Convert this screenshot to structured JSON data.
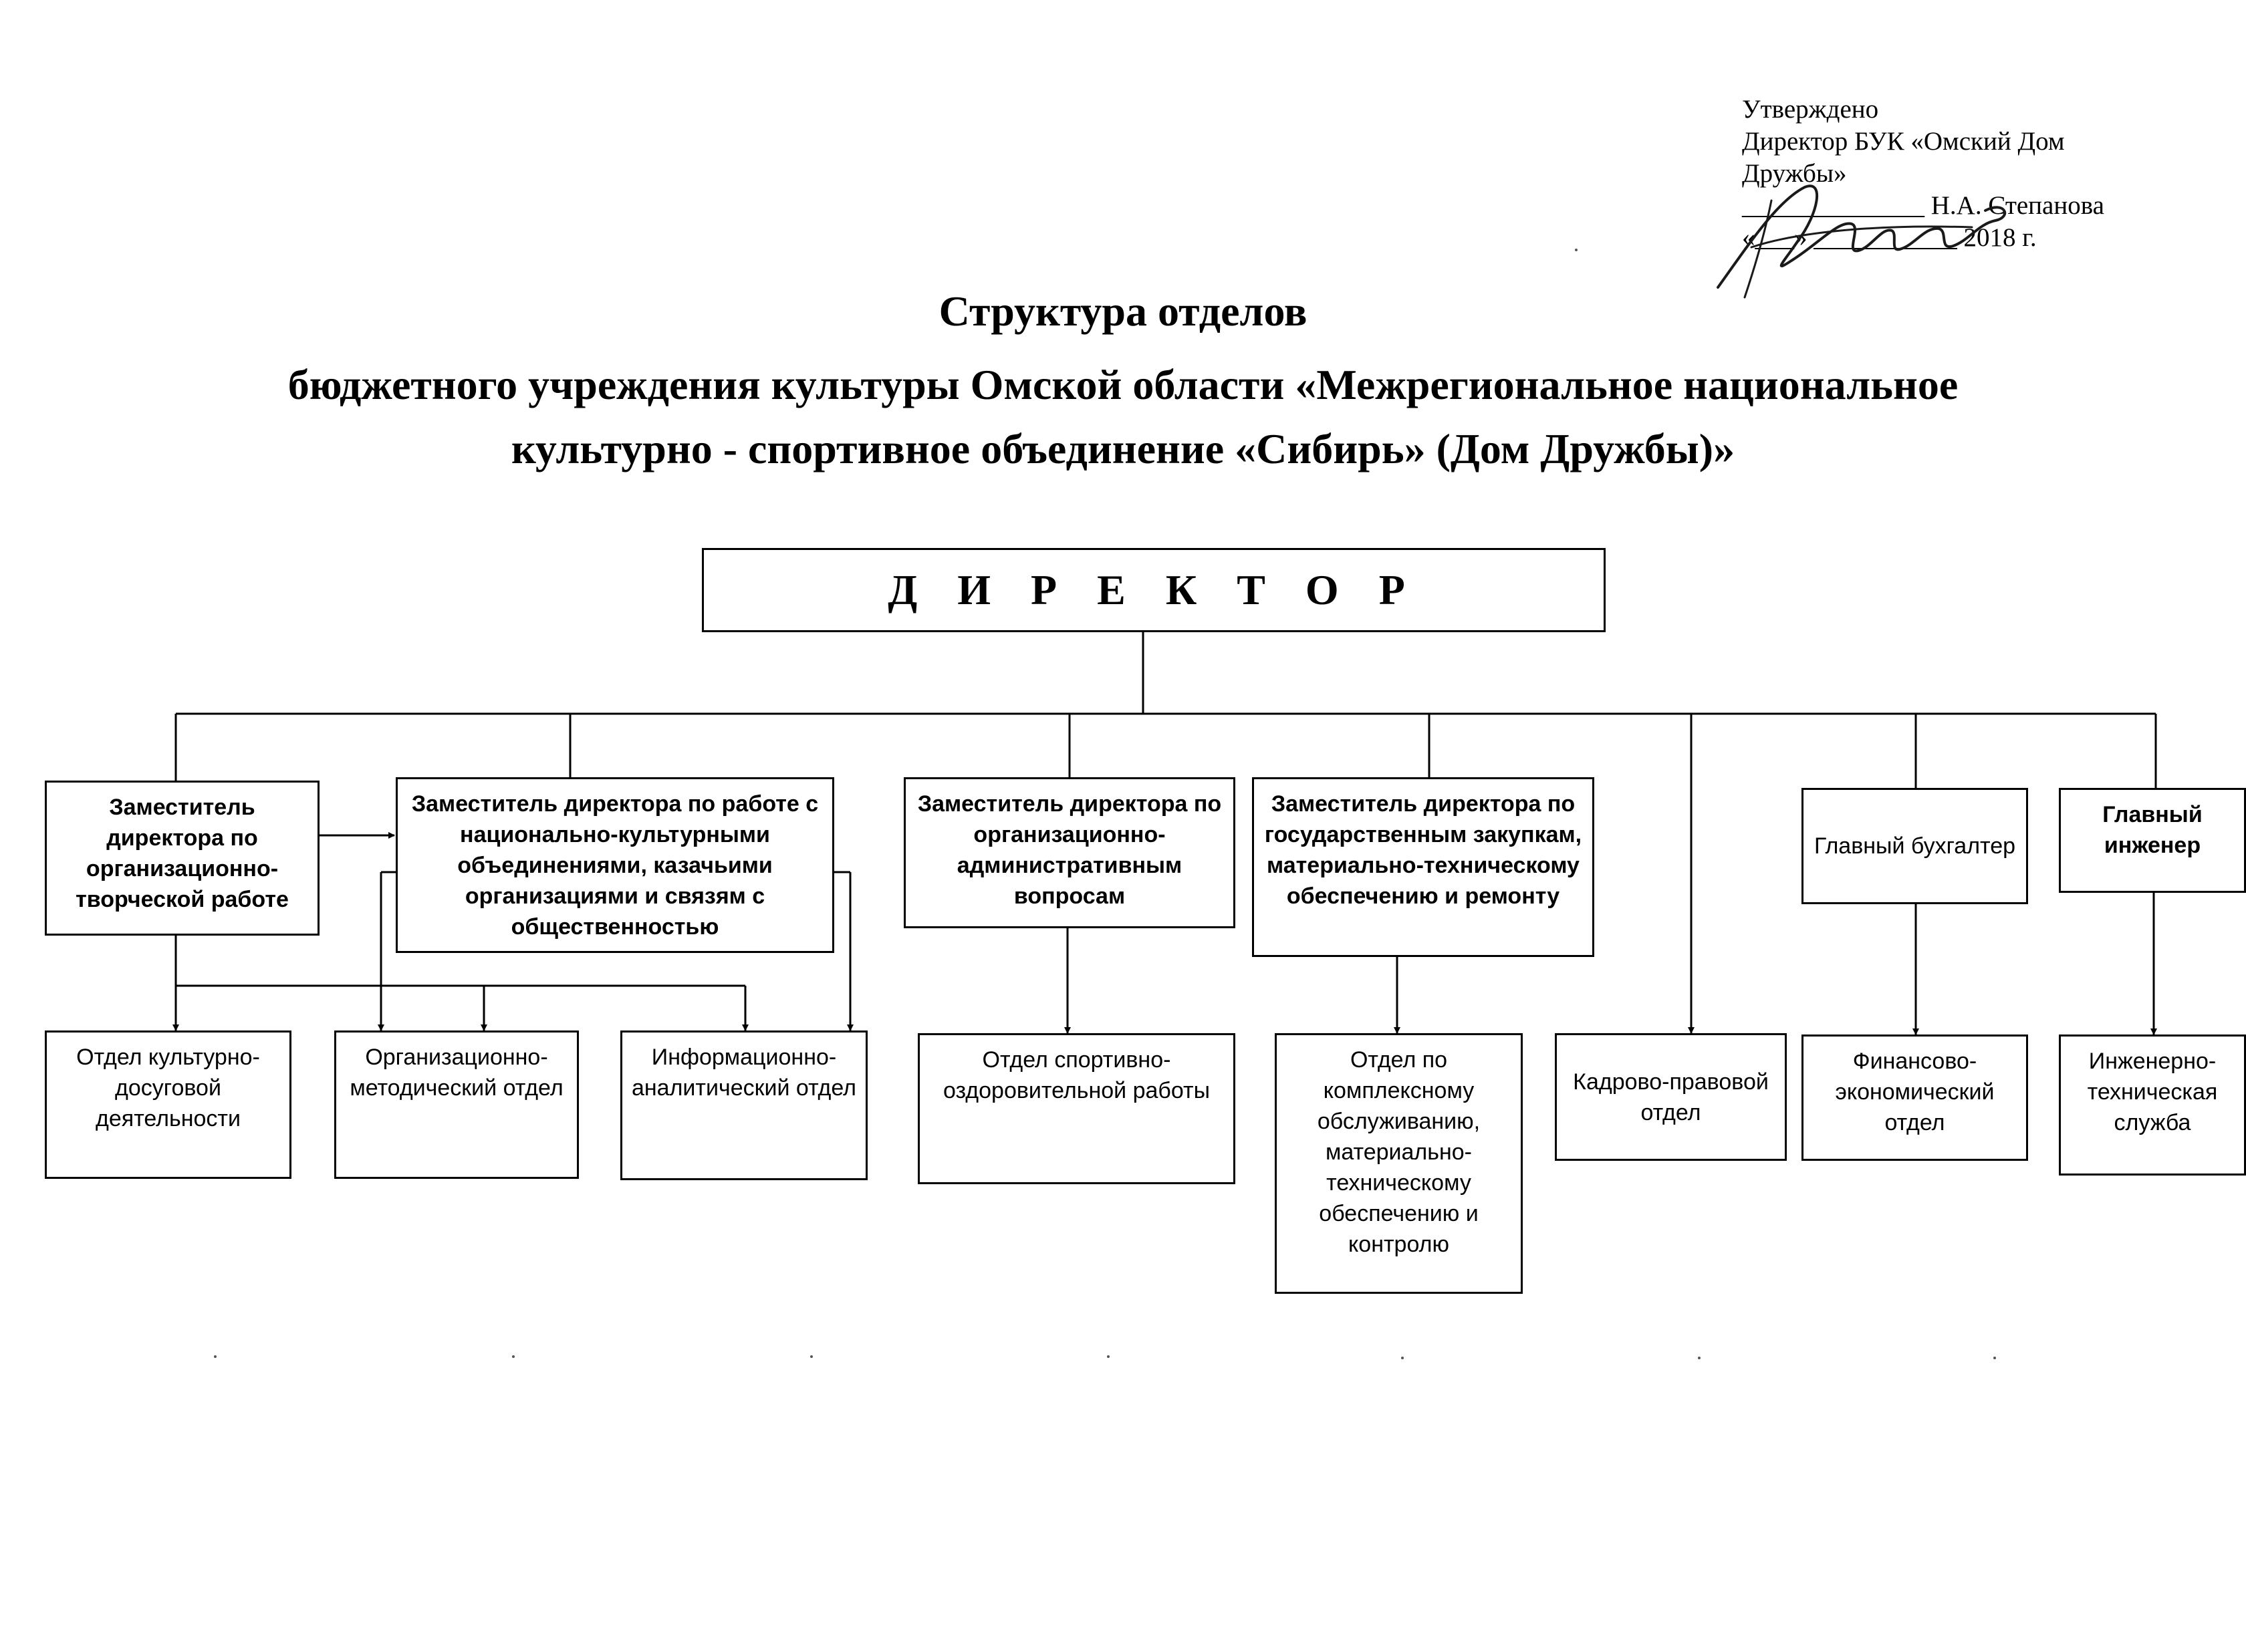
{
  "approval": {
    "line1": "Утверждено",
    "line2": "Директор БУК «Омский Дом",
    "line3": "Дружбы»",
    "signature_line": "______________ Н.А. Степанова",
    "date_line": "«___» ___________ 2018 г."
  },
  "title": {
    "line1": "Структура отделов",
    "line2": "бюджетного учреждения культуры Омской области «Межрегиональное национальное",
    "line3": "культурно - спортивное объединение «Сибирь» (Дом Дружбы)»"
  },
  "director": "Д И Р Е К Т О Р",
  "deputies": {
    "creative": "Заместитель директора по организационно-творческой работе",
    "national": "Заместитель директора по работе с национально-культурными объединениями, казачьими организациями и связям с общественностью",
    "admin": "Заместитель директора по организационно-административным вопросам",
    "procurement": "Заместитель директора по государственным закупкам, материально-техническому обеспечению и ремонту",
    "accountant": "Главный бухгалтер",
    "engineer": "Главный инженер"
  },
  "departments": {
    "leisure": "Отдел культурно-досуговой деятельности",
    "methodical": "Организационно-методический отдел",
    "analytical": "Информационно-аналитический отдел",
    "sports": "Отдел спортивно-оздоровительной работы",
    "maintenance": "Отдел по комплексному обслуживанию, материально-техническому обеспечению и контролю",
    "hr": "Кадрово-правовой отдел",
    "finance": "Финансово-экономический отдел",
    "engineering": "Инженерно-техническая служба"
  }
}
